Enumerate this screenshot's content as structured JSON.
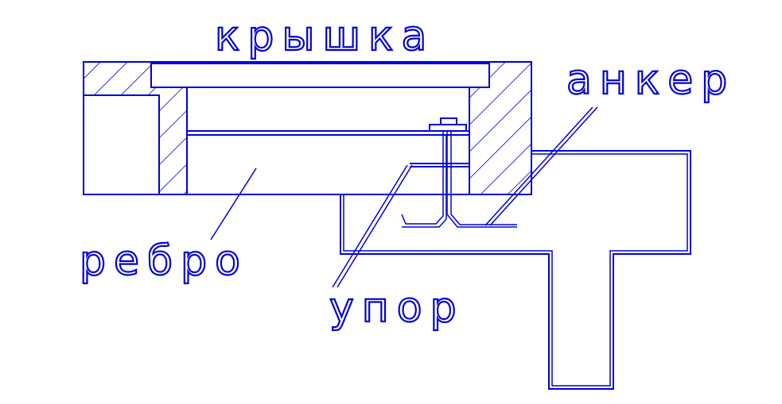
{
  "labels": {
    "lid": "крышка",
    "anchor": "анкер",
    "rib": "ребро",
    "stop": "упор"
  },
  "colors": {
    "line": "#0000d8",
    "background": "#ffffff"
  }
}
